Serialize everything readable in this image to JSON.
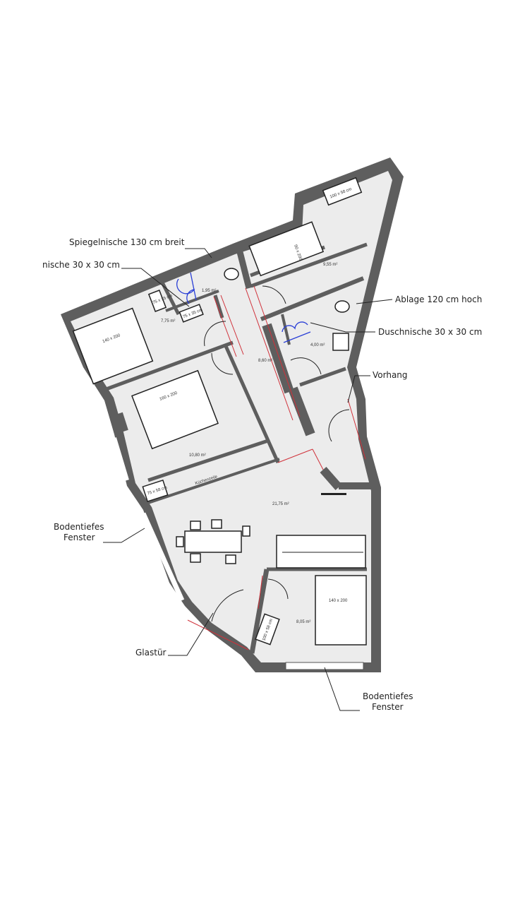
{
  "annotations": {
    "spiegelnische": "Spiegelnische 130 cm breit",
    "nische": "nische 30 x 30 cm",
    "ablage": "Ablage 120 cm hoch",
    "duschnische": "Duschnische 30 x 30 cm",
    "vorhang": "Vorhang",
    "fenster_left_1": "Bodentiefes",
    "fenster_left_2": "Fenster",
    "glastuer": "Glastür",
    "fenster_bottom_1": "Bodentiefes",
    "fenster_bottom_2": "Fenster"
  },
  "rooms": {
    "bedroom_left_area": "7,75 m²",
    "bath_small_area": "1,95 m²",
    "bedroom_top_area": "9,55 m²",
    "bath_area": "4,00 m²",
    "hall_area": "8,60 m²",
    "bedroom_mid_area": "10,80 m²",
    "living_area": "21,75 m²",
    "bedroom_bottom_area": "8,05 m²"
  },
  "furniture": {
    "bed_left": "140 x 200",
    "bed_top": "90 x 200",
    "bed_mid": "160 x 200",
    "bed_bottom": "140 x 200",
    "wardrobe_top": "100 x 58 cm",
    "wardrobe_left": "75 x 35 cm",
    "wardrobe_bath": "75 x 35 cm",
    "wardrobe_kitchen": "75 x 58 cm",
    "wardrobe_bottom": "100 x 58 cm",
    "kitchen": "Küchenzeile"
  },
  "colors": {
    "wall": "#5e5e5e",
    "floor": "#ececec",
    "door_line": "#d0313a",
    "shower": "#2a3fd6"
  }
}
